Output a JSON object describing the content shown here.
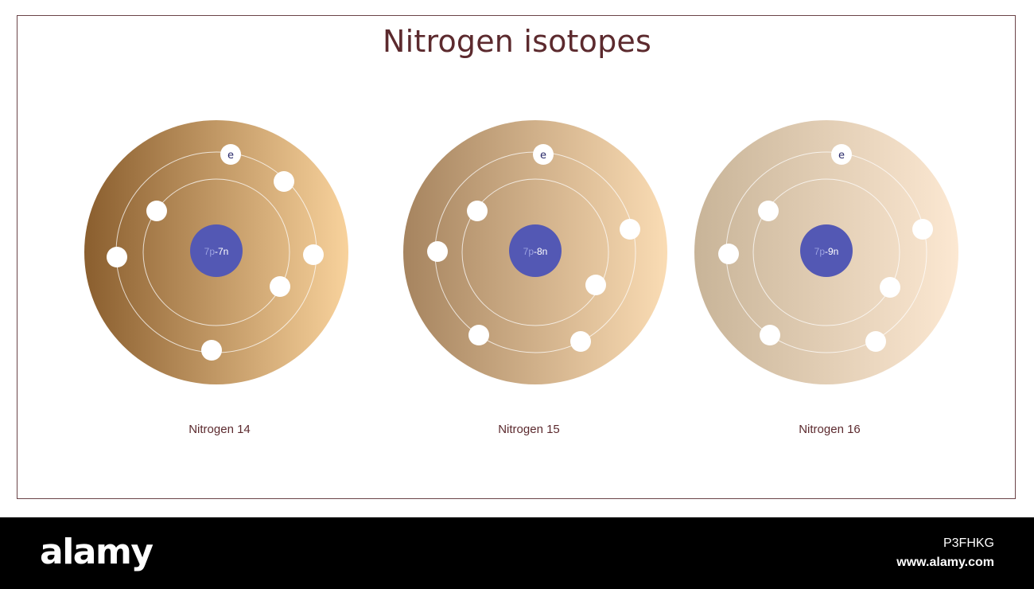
{
  "title": "Nitrogen isotopes",
  "isotopes": [
    {
      "label": "Nitrogen 14",
      "protons": "7p",
      "neutrons": "-7n",
      "electron_symbol": "e",
      "colors": {
        "start": "#8a5e2e",
        "end": "#f8d29c"
      }
    },
    {
      "label": "Nitrogen 15",
      "protons": "7p",
      "neutrons": "-8n",
      "electron_symbol": "e",
      "colors": {
        "start": "#a6845f",
        "end": "#fadcb4"
      }
    },
    {
      "label": "Nitrogen 16",
      "protons": "7p",
      "neutrons": "-9n",
      "electron_symbol": "e",
      "colors": {
        "start": "#c8b498",
        "end": "#fce8d2"
      }
    }
  ],
  "nucleus_color": "#5358b4",
  "footer": {
    "logo": "alamy",
    "image_id": "P3FHKG",
    "url": "www.alamy.com"
  }
}
